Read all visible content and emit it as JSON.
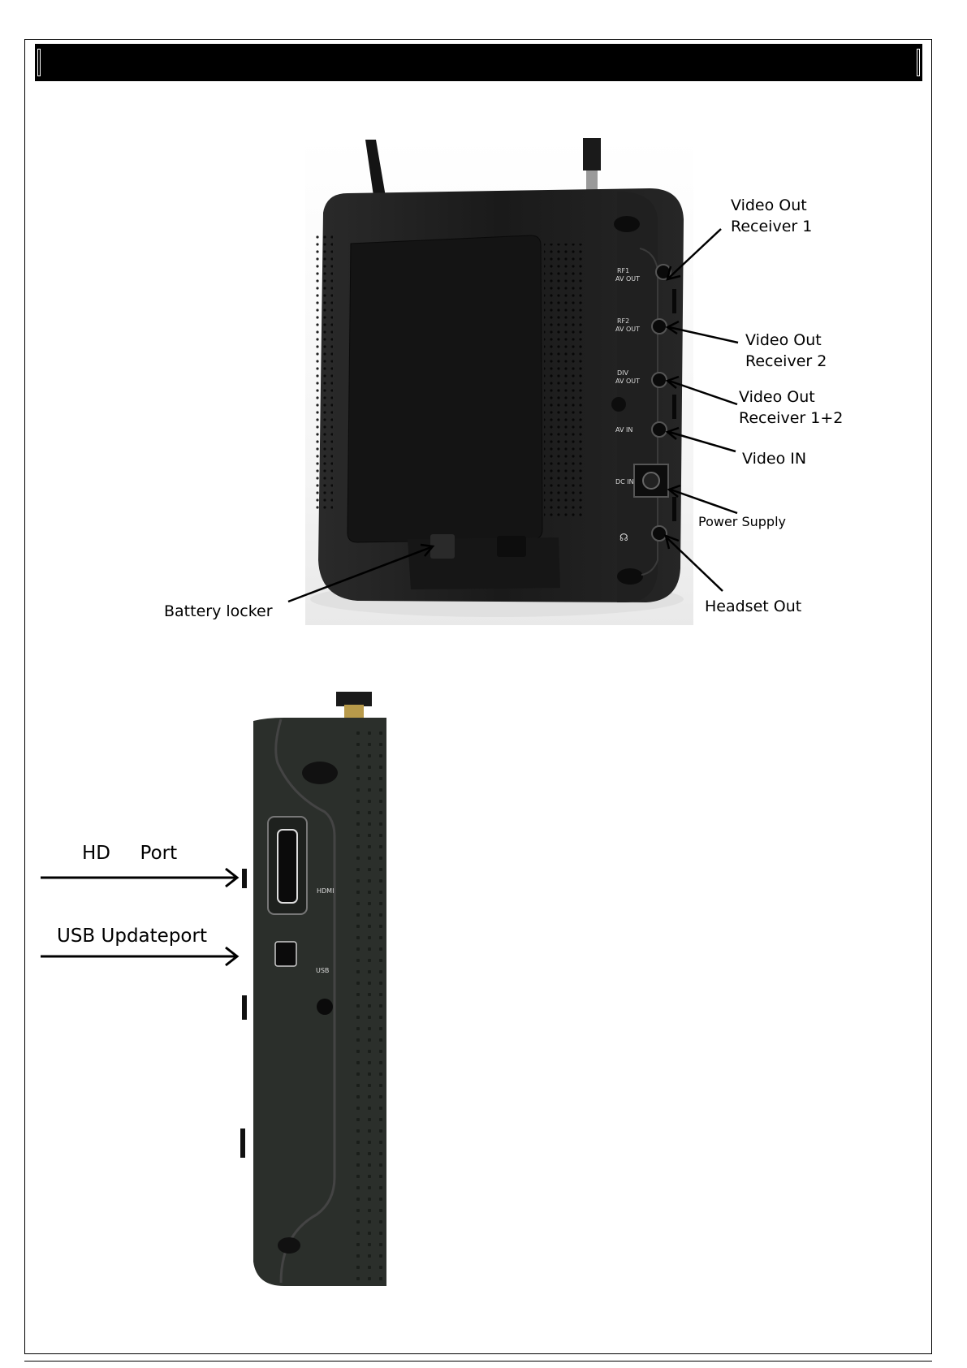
{
  "callouts_top": {
    "video_out_1_line1": "Video Out",
    "video_out_1_line2": "Receiver  1",
    "video_out_2_line1": "Video Out",
    "video_out_2_line2": "Receiver  2",
    "video_out_12_line1": "Video Out",
    "video_out_12_line2": "Receiver  1+2",
    "video_in": "Video IN",
    "power_supply": "Power Supply",
    "headset_out": "Headset Out",
    "battery_locker": "Battery locker"
  },
  "device_port_labels": {
    "rf1": "RF1",
    "rf2": "RF2",
    "div": "DIV",
    "av_out": "AV OUT",
    "av_in": "AV IN",
    "dc_in": "DC IN",
    "hdmi": "HDMI",
    "usb": "USB"
  },
  "callouts_bottom": {
    "hd_port": "HD     Port",
    "usb_update": "USB Updateport"
  },
  "colors": {
    "device_body": "#1d1d1d",
    "device_body_side": "#2b2f2b",
    "photo_bg": "#f2f2f2",
    "title_bar": "#000000"
  }
}
